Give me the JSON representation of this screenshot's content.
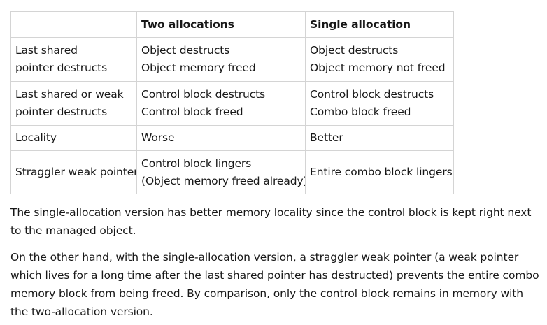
{
  "table": {
    "headers": [
      "",
      "Two allocations",
      "Single allocation"
    ],
    "rows": [
      {
        "label": [
          "Last shared",
          "pointer destructs"
        ],
        "two": [
          "Object destructs",
          "Object memory freed"
        ],
        "single": [
          "Object destructs",
          "Object memory not freed"
        ]
      },
      {
        "label": [
          "Last shared or weak",
          "pointer destructs"
        ],
        "two": [
          "Control block destructs",
          "Control block freed"
        ],
        "single": [
          "Control block destructs",
          "Combo block freed"
        ]
      },
      {
        "label": [
          "Locality"
        ],
        "two": [
          "Worse"
        ],
        "single": [
          "Better"
        ]
      },
      {
        "label": [
          "Straggler weak pointer"
        ],
        "two": [
          "Control block lingers",
          "(Object memory freed already)"
        ],
        "single": [
          "Entire combo block lingers"
        ]
      }
    ]
  },
  "paragraphs": [
    "The single-allocation version has better memory locality since the control block is kept right next to the managed object.",
    "On the other hand, with the single-allocation version, a straggler weak pointer (a weak pointer which lives for a long time after the last shared pointer has destructed) prevents the entire combo memory block from being freed. By comparison, only the control block remains in memory with the two-allocation version."
  ]
}
